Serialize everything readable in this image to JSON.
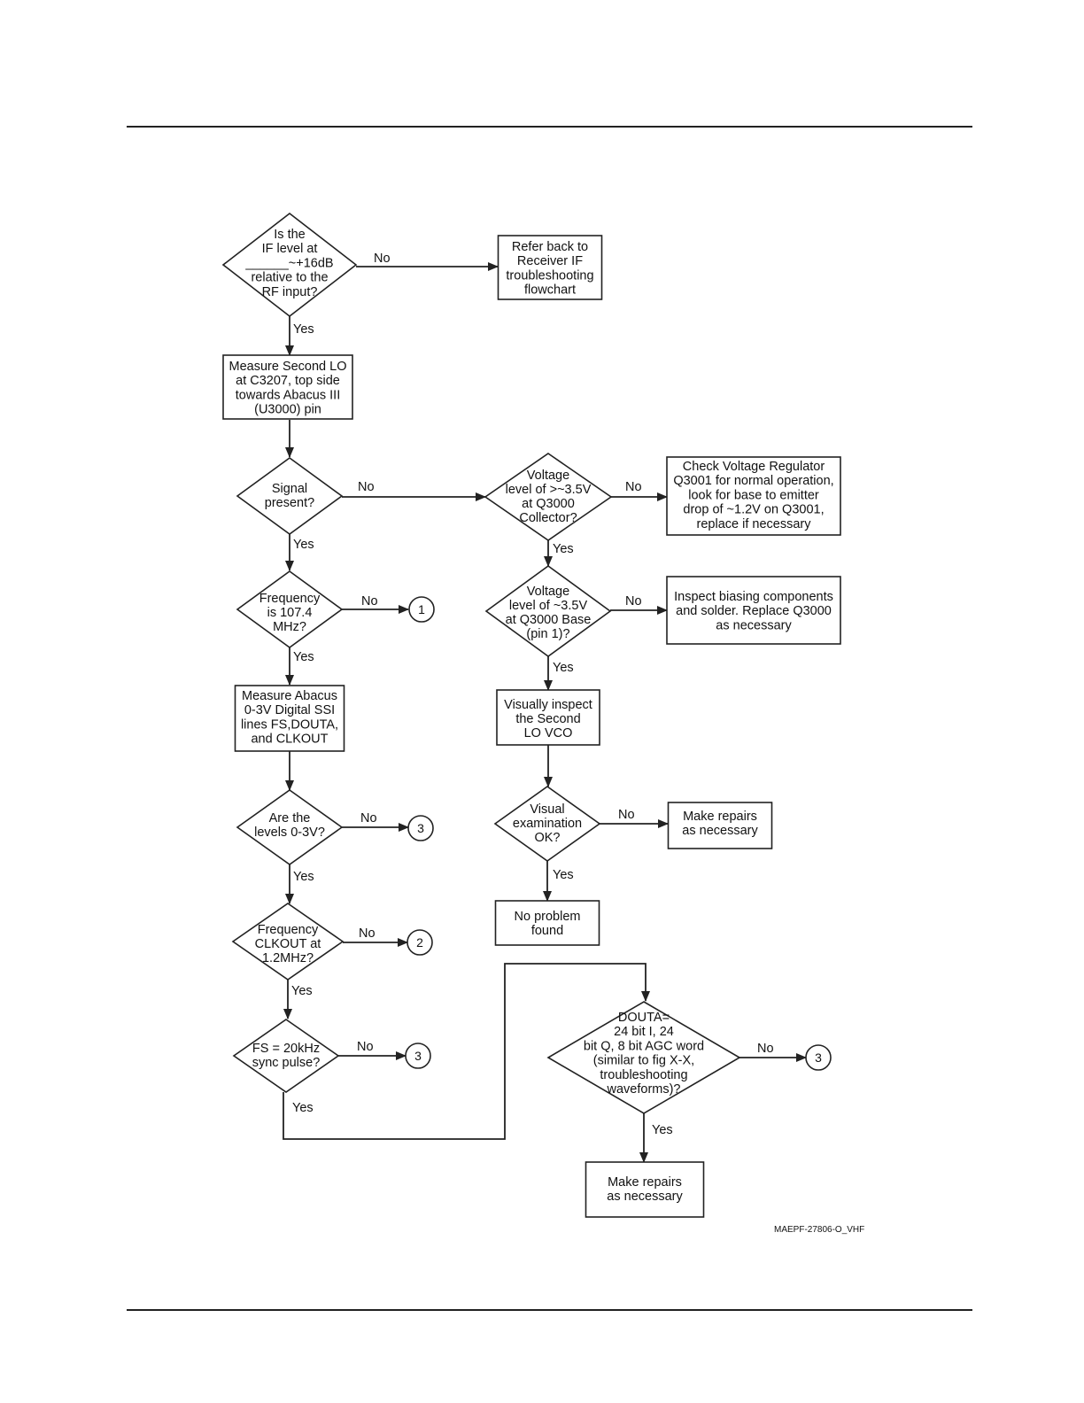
{
  "figure_id": "MAEPF-27806-O_VHF",
  "nodes": {
    "d_if_level": [
      "Is the",
      "IF level at",
      "______~+16dB",
      "relative to the",
      "RF input?"
    ],
    "b_refer_back": [
      "Refer back to",
      "Receiver IF",
      "troubleshooting",
      "flowchart"
    ],
    "b_measure_lo": [
      "Measure Second LO",
      "at C3207, top side",
      "towards Abacus III",
      "(U3000) pin"
    ],
    "d_signal_present": [
      "Signal",
      "present?"
    ],
    "d_voltage_collector": [
      "Voltage",
      "level of >~3.5V",
      "at Q3000",
      "Collector?"
    ],
    "b_check_regulator": [
      "Check Voltage Regulator",
      "Q3001 for normal operation,",
      "look for base to emitter",
      "drop of ~1.2V on Q3001,",
      "replace if necessary"
    ],
    "d_frequency_1074": [
      "Frequency",
      "is 107.4",
      "MHz?"
    ],
    "d_voltage_base": [
      "Voltage",
      "level of ~3.5V",
      "at Q3000 Base",
      "(pin 1)?"
    ],
    "b_inspect_biasing": [
      "Inspect biasing components",
      "and solder. Replace Q3000",
      "as necessary"
    ],
    "b_measure_abacus": [
      "Measure Abacus",
      "0-3V Digital SSI",
      "lines FS,DOUTA,",
      "and CLKOUT"
    ],
    "b_visual_inspect": [
      "Visually inspect",
      "the Second",
      "LO VCO"
    ],
    "d_levels_03v": [
      "Are the",
      "levels 0-3V?"
    ],
    "d_visual_ok": [
      "Visual",
      "examination",
      "OK?"
    ],
    "b_repairs_1": [
      "Make repairs",
      "as necessary"
    ],
    "b_no_problem": [
      "No problem",
      "found"
    ],
    "d_clkout": [
      "Frequency",
      "CLKOUT at",
      "1.2MHz?"
    ],
    "d_fs_sync": [
      "FS = 20kHz",
      "sync pulse?"
    ],
    "d_douta": [
      "DOUTA=",
      "24 bit I, 24",
      "bit Q, 8 bit AGC word",
      "(similar to fig X-X,",
      "troubleshooting",
      "waveforms)?"
    ],
    "b_repairs_2": [
      "Make repairs",
      "as necessary"
    ]
  },
  "connectors": {
    "c1": "1",
    "c3a": "3",
    "c2": "2",
    "c3b": "3",
    "c3c": "3"
  },
  "edge_labels": {
    "no": "No",
    "yes": "Yes"
  }
}
